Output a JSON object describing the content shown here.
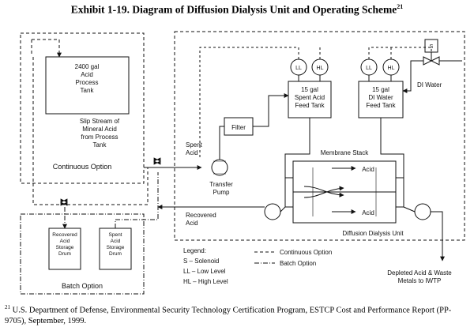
{
  "title": "Exhibit 1-19. Diagram of Diffusion Dialysis Unit and Operating Scheme",
  "title_ref": "21",
  "footnote": {
    "ref": "21",
    "text": "U.S. Department of Defense, Environmental Security Technology Certification Program, ESTCP Cost and Performance Report (PP-9705), September, 1999."
  },
  "diagram": {
    "process_tank": [
      "2400 gal",
      "Acid",
      "Process",
      "Tank"
    ],
    "slip_stream": [
      "Slip Stream of",
      "Mineral Acid",
      "from Process",
      "Tank"
    ],
    "continuous_option": "Continuous Option",
    "batch_option": "Batch Option",
    "recovered_drum": [
      "Recovered",
      "Acid",
      "Storage",
      "Drum"
    ],
    "spent_drum": [
      "Spent",
      "Acid",
      "Storage",
      "Drum"
    ],
    "spent_acid_label": [
      "Spent",
      "Acid"
    ],
    "recovered_acid_label": [
      "Recovered",
      "Acid"
    ],
    "filter": "Filter",
    "transfer_pump": [
      "Transfer",
      "Pump"
    ],
    "spent_feed_tank": [
      "15 gal",
      "Spent Acid",
      "Feed Tank"
    ],
    "di_feed_tank": [
      "15 gal",
      "DI Water",
      "Feed Tank"
    ],
    "level_low": "LL",
    "level_high": "HL",
    "solenoid": "S",
    "di_water": "DI Water",
    "membrane_stack": "Membrane Stack",
    "acid_top": "Acid",
    "acid_bottom": "Acid",
    "unit_label": "Diffusion Dialysis Unit",
    "depleted": [
      "Depleted Acid & Waste",
      "Metals to IWTP"
    ],
    "legend": {
      "heading": "Legend:",
      "items": [
        "S – Solenoid",
        "LL – Low Level",
        "HL – High Level"
      ],
      "continuous": "Continuous Option",
      "batch": "Batch Option"
    }
  }
}
